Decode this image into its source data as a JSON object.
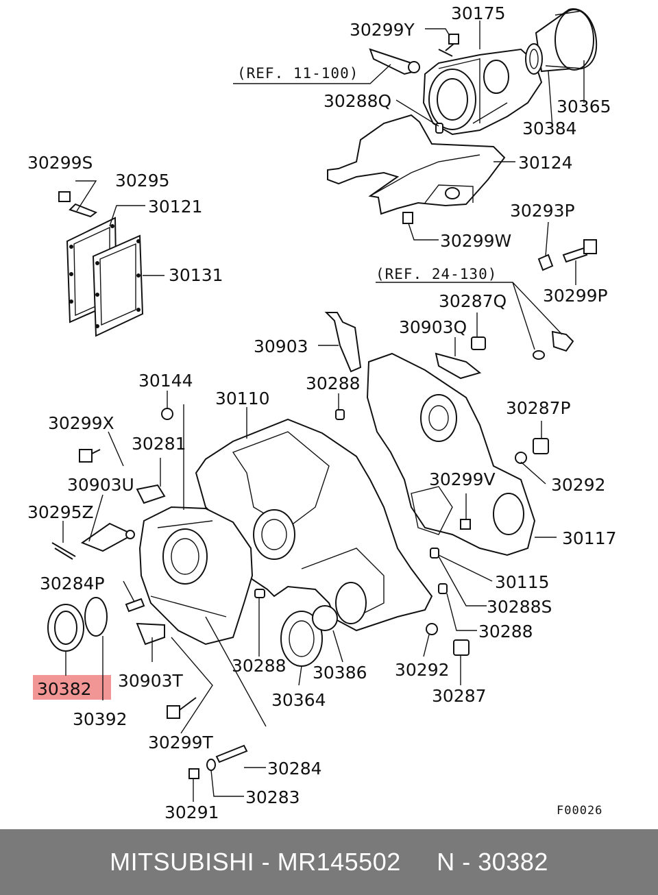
{
  "labels": {
    "l30175": "30175",
    "l30299Y": "30299Y",
    "ref11": "(REF. 11-100)",
    "l30288Q": "30288Q",
    "l30365": "30365",
    "l30384": "30384",
    "l30124": "30124",
    "l30299S": "30299S",
    "l30295": "30295",
    "l30121": "30121",
    "l30131": "30131",
    "l30293P": "30293P",
    "l30299W": "30299W",
    "l30299P": "30299P",
    "ref24": "(REF. 24-130)",
    "l30287Q": "30287Q",
    "l30903Q": "30903Q",
    "l30903": "30903",
    "l30144": "30144",
    "l30288a": "30288",
    "l30110": "30110",
    "l30287P": "30287P",
    "l30299X": "30299X",
    "l30281": "30281",
    "l30292a": "30292",
    "l30299V": "30299V",
    "l30903U": "30903U",
    "l30295Z": "30295Z",
    "l30117": "30117",
    "l30115": "30115",
    "l30284P": "30284P",
    "l30288S": "30288S",
    "l30288b": "30288",
    "l30903T": "30903T",
    "l30288c": "30288",
    "l30386": "30386",
    "l30292b": "30292",
    "l30382": "30382",
    "l30364": "30364",
    "l30287": "30287",
    "l30392": "30392",
    "l30299T": "30299T",
    "l30284": "30284",
    "l30283": "30283",
    "l30291": "30291",
    "figcode": "F00026"
  },
  "highlight_color": "#f08a8a",
  "footer": {
    "brand": "MITSUBISHI",
    "part_number": "MR145502",
    "ref": "N - 30382",
    "text": "MITSUBISHI - MR145502     N - 30382",
    "background": "#7a7a7a"
  }
}
